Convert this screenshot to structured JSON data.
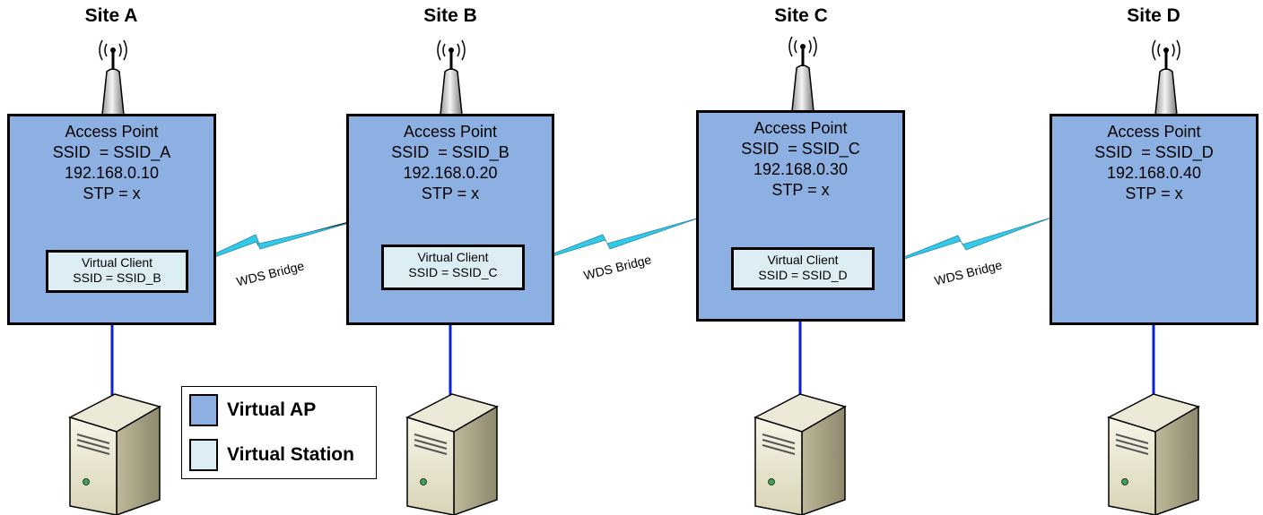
{
  "colors": {
    "virtual_ap": "#8db0e2",
    "virtual_station": "#dcedf4",
    "wired_link": "#0a1fd8",
    "wds_link": "#33c9e8"
  },
  "sites": [
    {
      "title": "Site A",
      "ap": {
        "name": "Access Point",
        "ssid": "SSID  = SSID_A",
        "ip": "192.168.0.10",
        "stp": "STP = x"
      },
      "client": {
        "name": "Virtual Client",
        "ssid": "SSID = SSID_B"
      }
    },
    {
      "title": "Site B",
      "ap": {
        "name": "Access Point",
        "ssid": "SSID  = SSID_B",
        "ip": "192.168.0.20",
        "stp": "STP = x"
      },
      "client": {
        "name": "Virtual Client",
        "ssid": "SSID = SSID_C"
      }
    },
    {
      "title": "Site C",
      "ap": {
        "name": "Access Point",
        "ssid": "SSID  = SSID_C",
        "ip": "192.168.0.30",
        "stp": "STP = x"
      },
      "client": {
        "name": "Virtual Client",
        "ssid": "SSID = SSID_D"
      }
    },
    {
      "title": "Site D",
      "ap": {
        "name": "Access Point",
        "ssid": "SSID  = SSID_D",
        "ip": "192.168.0.40",
        "stp": "STP = x"
      }
    }
  ],
  "links": [
    {
      "label": "WDS  Bridge"
    },
    {
      "label": "WDS  Bridge"
    },
    {
      "label": "WDS  Bridge"
    }
  ],
  "legend": {
    "items": [
      {
        "label": "Virtual AP"
      },
      {
        "label": "Virtual Station"
      }
    ]
  },
  "icons": {
    "antenna": "antenna-icon",
    "server": "server-icon"
  }
}
